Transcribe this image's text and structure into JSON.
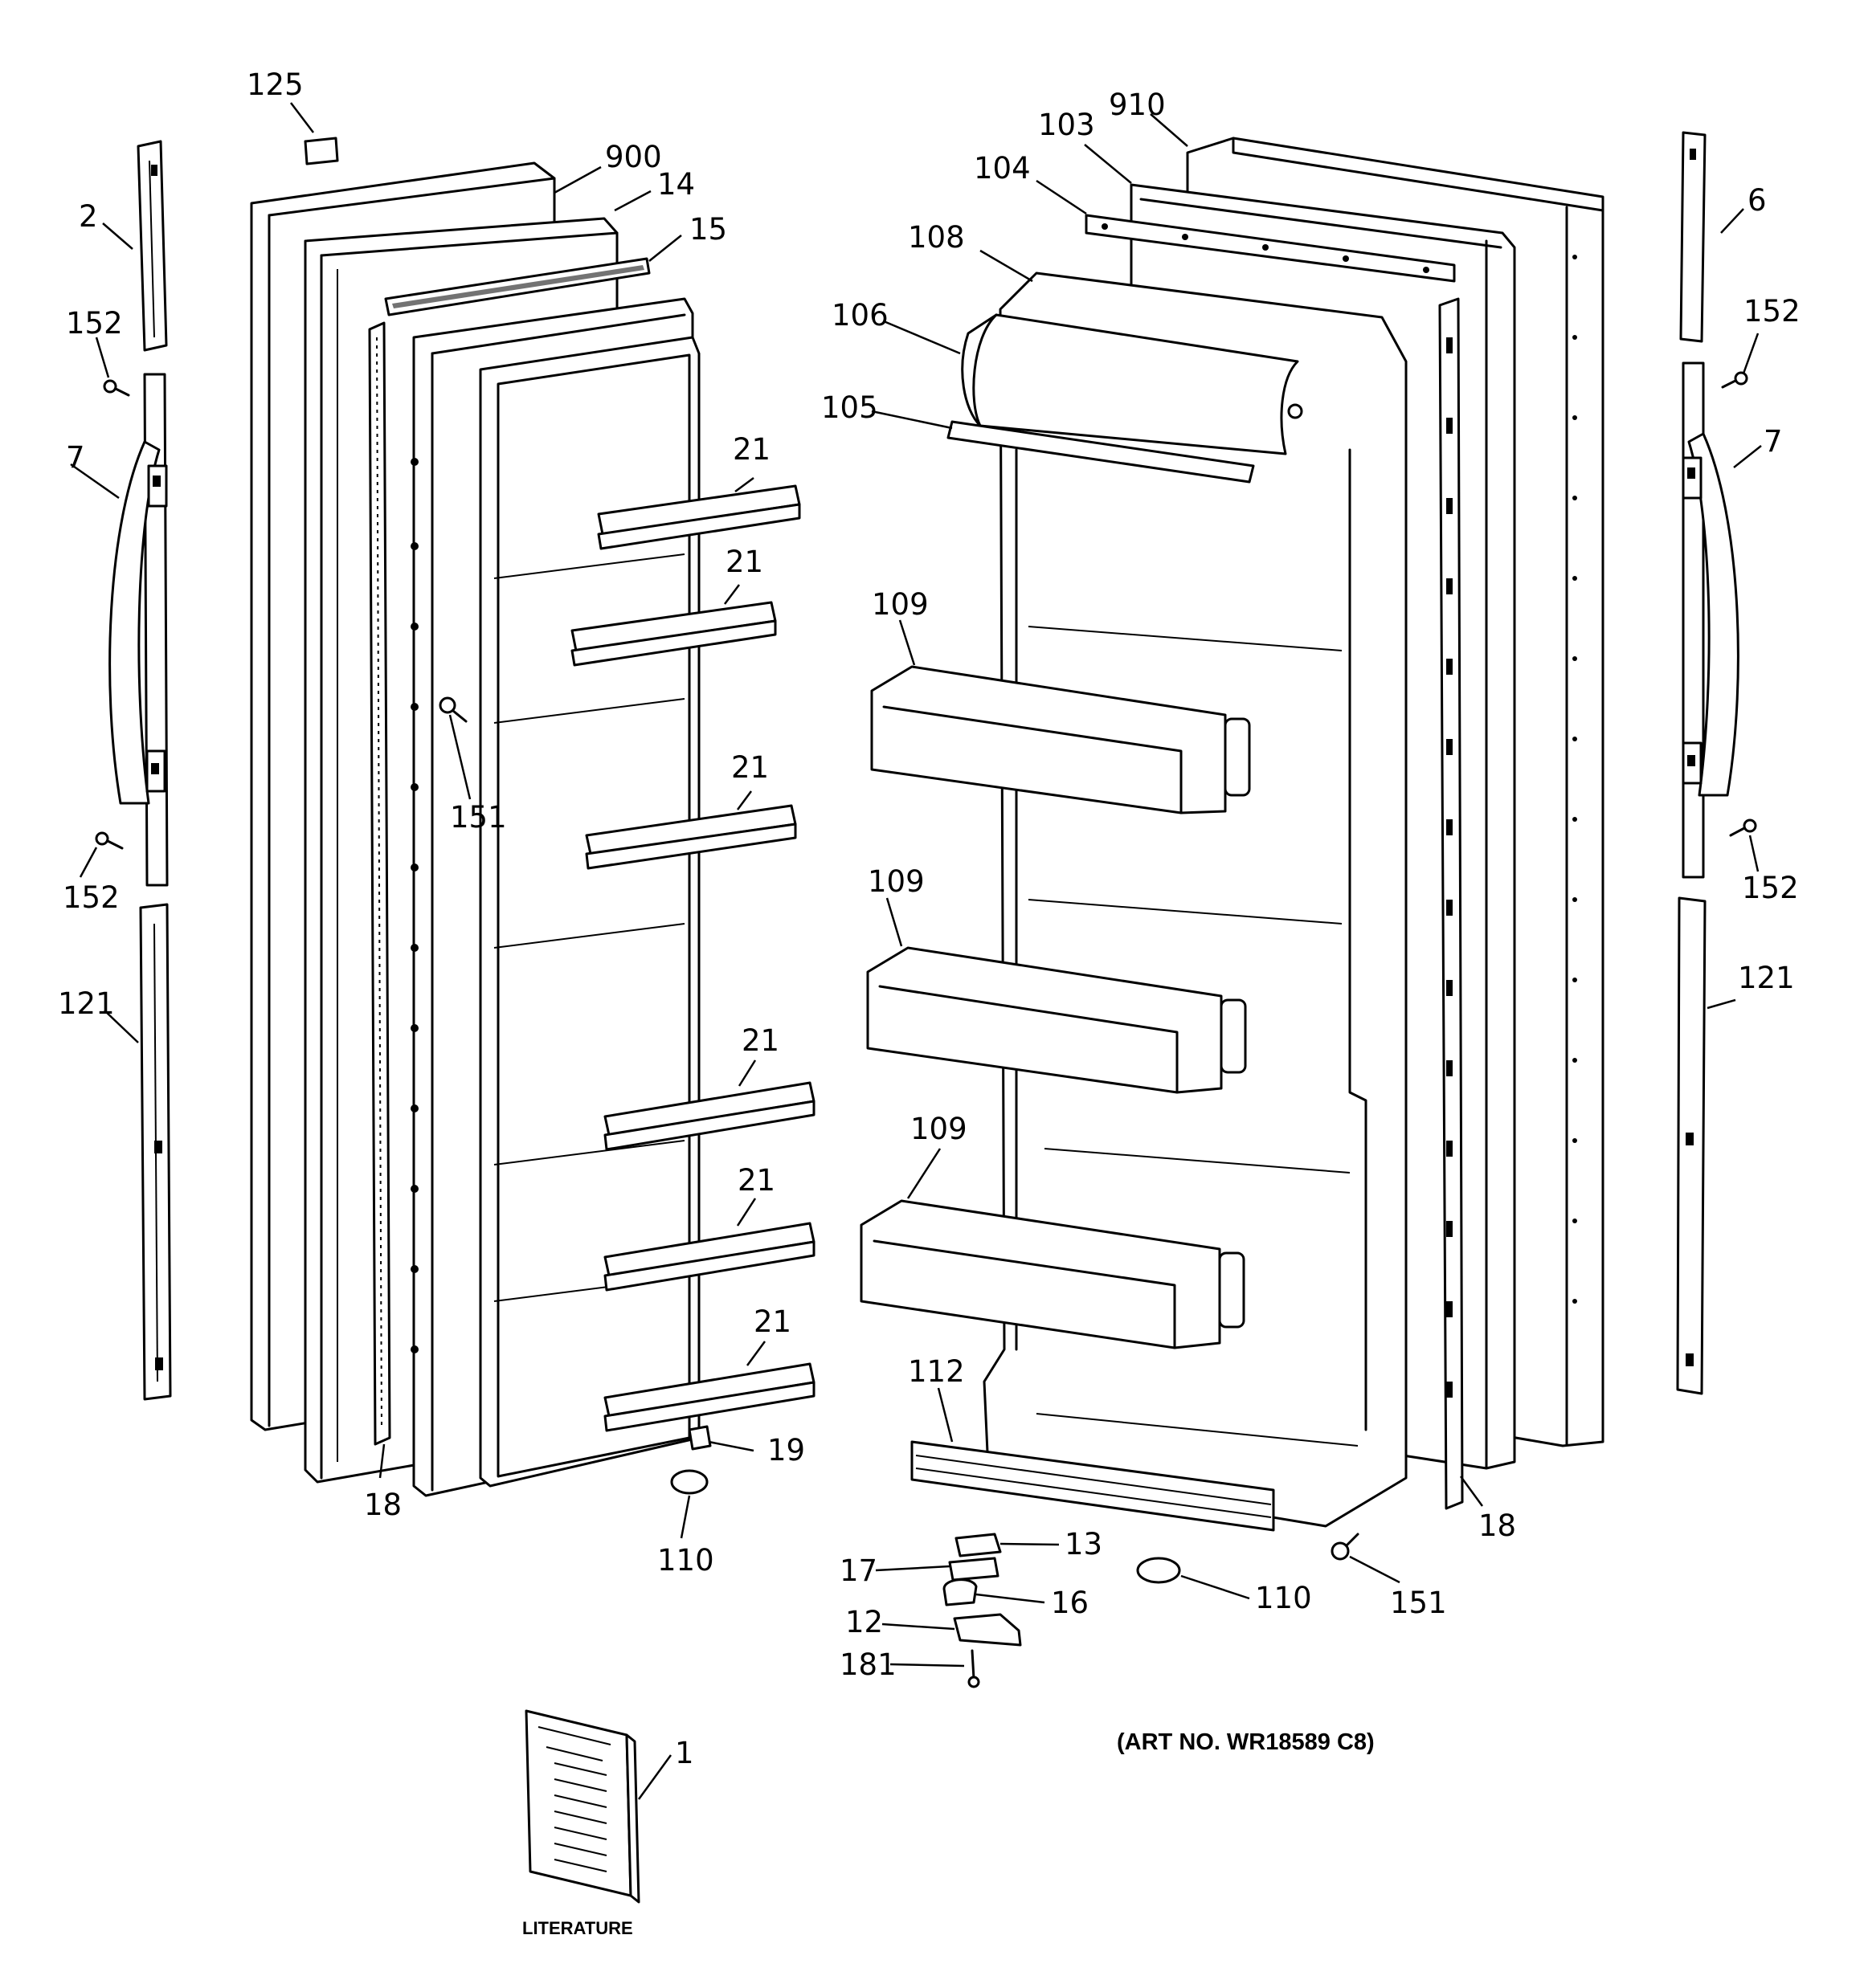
{
  "diagram": {
    "art_number": "(ART NO. WR18589 C8)",
    "literature_caption": "LITERATURE",
    "callouts": [
      {
        "id": "c-125",
        "text": "125"
      },
      {
        "id": "c-900",
        "text": "900"
      },
      {
        "id": "c-14",
        "text": "14"
      },
      {
        "id": "c-15",
        "text": "15"
      },
      {
        "id": "c-2",
        "text": "2"
      },
      {
        "id": "c-152-a",
        "text": "152"
      },
      {
        "id": "c-7-a",
        "text": "7"
      },
      {
        "id": "c-152-b",
        "text": "152"
      },
      {
        "id": "c-121-a",
        "text": "121"
      },
      {
        "id": "c-21-a",
        "text": "21"
      },
      {
        "id": "c-21-b",
        "text": "21"
      },
      {
        "id": "c-151-a",
        "text": "151"
      },
      {
        "id": "c-21-c",
        "text": "21"
      },
      {
        "id": "c-21-d",
        "text": "21"
      },
      {
        "id": "c-21-e",
        "text": "21"
      },
      {
        "id": "c-21-f",
        "text": "21"
      },
      {
        "id": "c-19",
        "text": "19"
      },
      {
        "id": "c-18-a",
        "text": "18"
      },
      {
        "id": "c-110-a",
        "text": "110"
      },
      {
        "id": "c-910",
        "text": "910"
      },
      {
        "id": "c-103",
        "text": "103"
      },
      {
        "id": "c-104",
        "text": "104"
      },
      {
        "id": "c-108",
        "text": "108"
      },
      {
        "id": "c-106",
        "text": "106"
      },
      {
        "id": "c-105",
        "text": "105"
      },
      {
        "id": "c-109-a",
        "text": "109"
      },
      {
        "id": "c-109-b",
        "text": "109"
      },
      {
        "id": "c-109-c",
        "text": "109"
      },
      {
        "id": "c-112",
        "text": "112"
      },
      {
        "id": "c-6",
        "text": "6"
      },
      {
        "id": "c-152-c",
        "text": "152"
      },
      {
        "id": "c-7-b",
        "text": "7"
      },
      {
        "id": "c-152-d",
        "text": "152"
      },
      {
        "id": "c-121-b",
        "text": "121"
      },
      {
        "id": "c-18-b",
        "text": "18"
      },
      {
        "id": "c-13",
        "text": "13"
      },
      {
        "id": "c-17",
        "text": "17"
      },
      {
        "id": "c-16",
        "text": "16"
      },
      {
        "id": "c-12",
        "text": "12"
      },
      {
        "id": "c-181",
        "text": "181"
      },
      {
        "id": "c-110-b",
        "text": "110"
      },
      {
        "id": "c-151-b",
        "text": "151"
      },
      {
        "id": "c-1",
        "text": "1"
      }
    ]
  }
}
